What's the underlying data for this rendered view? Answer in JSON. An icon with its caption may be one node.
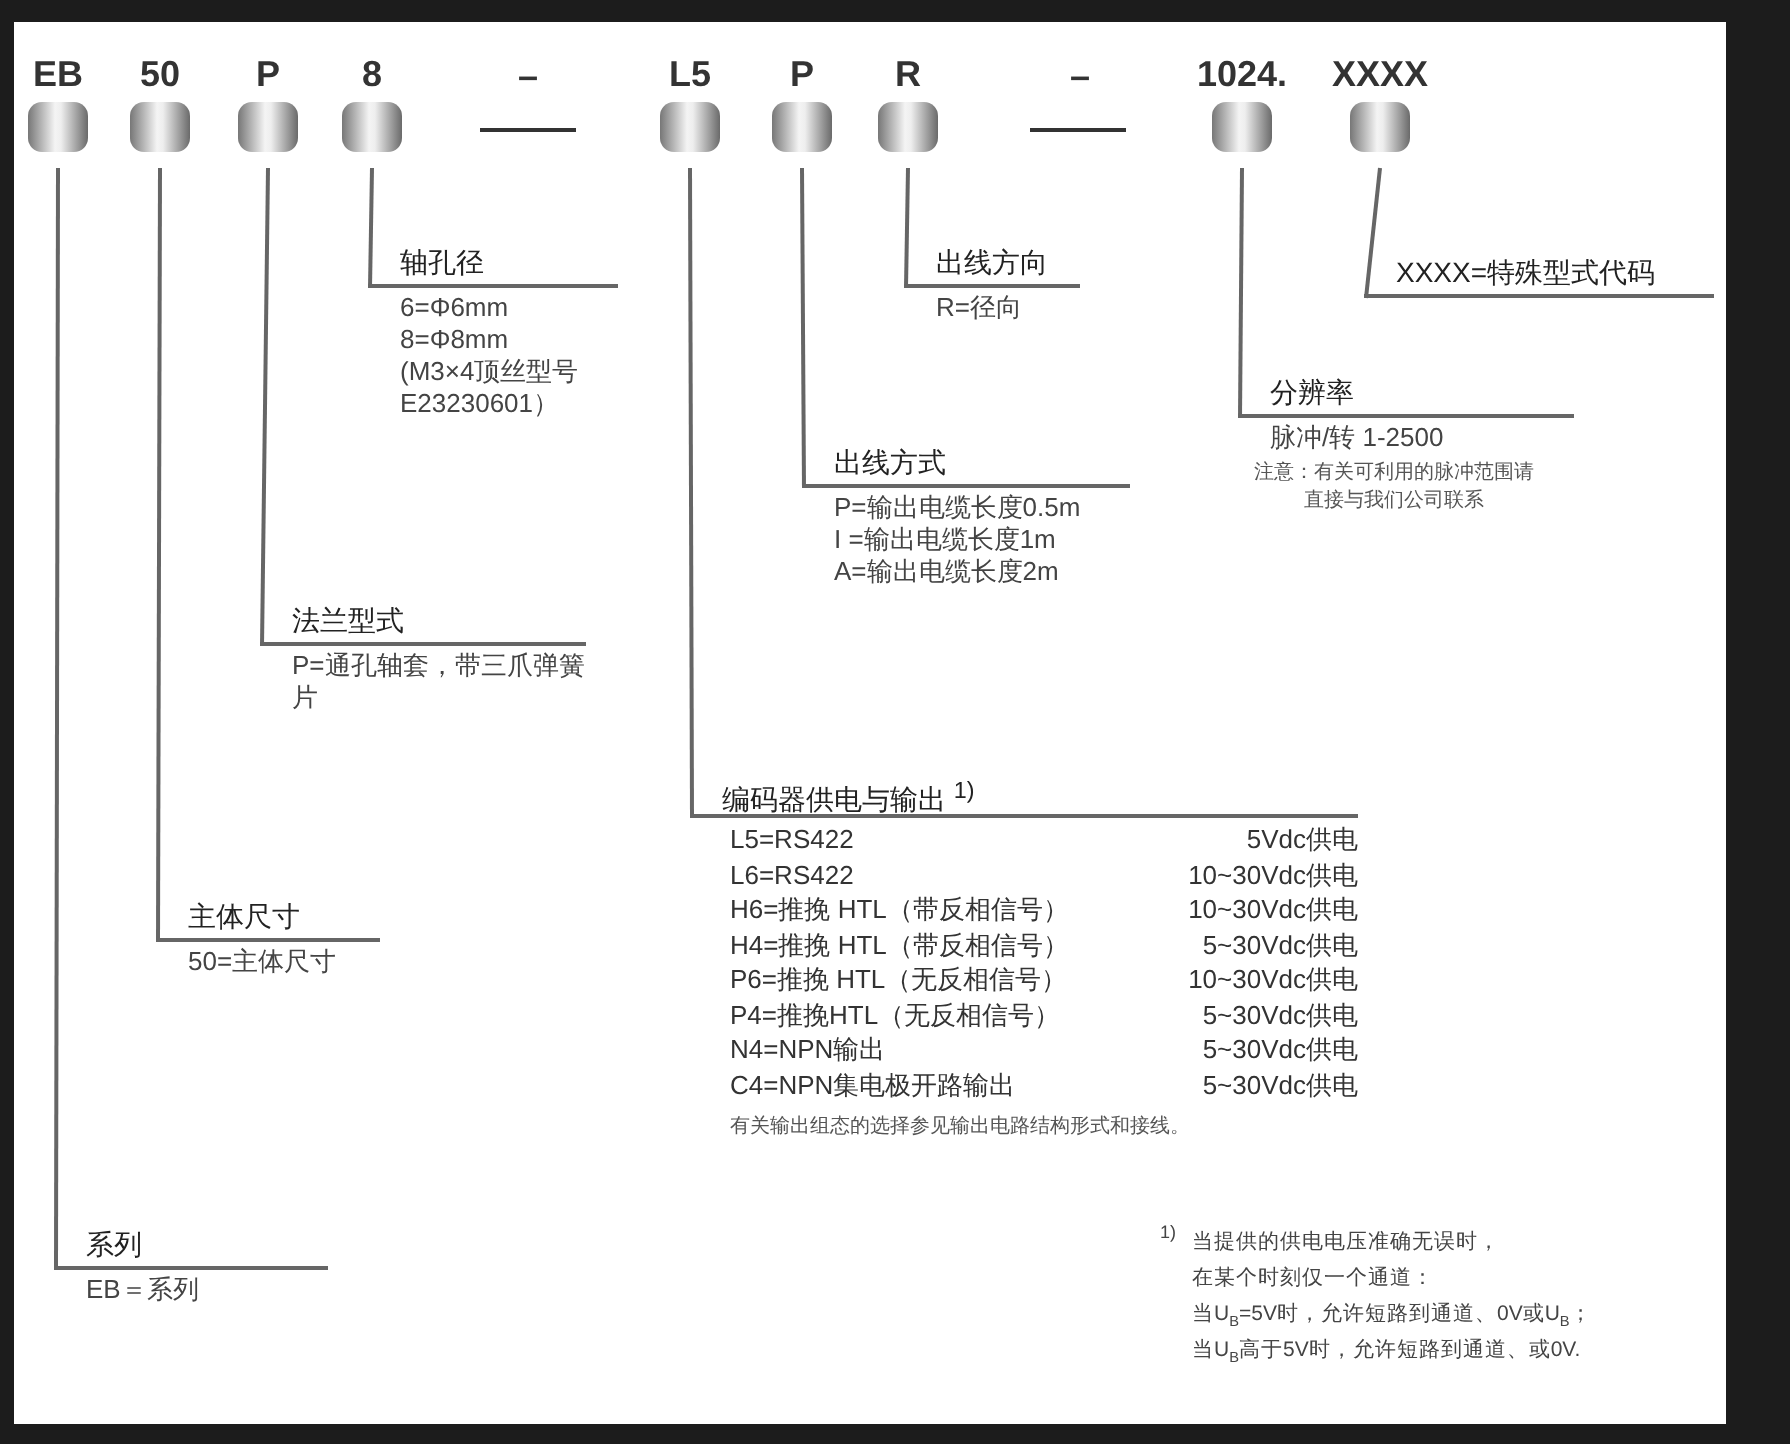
{
  "diagram": {
    "nodes": [
      {
        "text": [
          "EB"
        ]
      },
      {
        "text": [
          "50"
        ]
      },
      {
        "text": [
          "P"
        ]
      },
      {
        "text": [
          "8"
        ]
      },
      {
        "text": [
          "L5"
        ]
      },
      {
        "text": [
          "P"
        ]
      },
      {
        "text": [
          "R"
        ]
      },
      {
        "text": [
          "1024."
        ]
      },
      {
        "text": [
          "XXXX"
        ]
      },
      {
        "text": [
          "系列",
          "EB＝系列"
        ]
      },
      {
        "text": [
          "主体尺寸",
          "50=主体尺寸"
        ]
      },
      {
        "text": [
          "法兰型式",
          "P=通孔轴套，带三爪弹簧片"
        ]
      },
      {
        "text": [
          "轴孔径",
          "6=Φ6mm",
          "8=Φ8mm",
          "(M3×4顶丝型号 E23230601）"
        ]
      },
      {
        "text": [
          "编码器供电与输出 $^{1)}$",
          "L5=RS422",
          "5Vdc供电",
          "L6=RS422",
          "10~30Vdc供电",
          "H6=推挽 HTL（带反相信号）",
          "10~30Vdc供电",
          "H4=推挽 HTL（带反相信号）",
          "5~30Vdc供电",
          "P6=推挽 HTL（无反相信号）",
          "10~30Vdc供电",
          "P4=推挽HTL（无反相信号）",
          "5~30Vdc供电",
          "N4=NPN输出",
          "5~30Vdc供电",
          "C4=NPN集电极开路输出",
          "5~30Vdc供电",
          "有关输出组态的选择参见输出电路结构形式和接线。"
        ]
      },
      {
        "text": [
          "出线方式",
          "P=输出电缆长度0.5m",
          "I =输出电缆长度1m",
          "A=输出电缆长度2m"
        ]
      },
      {
        "text": [
          "出线方向",
          "R=径向"
        ]
      },
      {
        "text": [
          "分辨率",
          "脉冲/转 1-2500",
          "注意：有关可利用的脉冲范围请直接与我们公司联系"
        ]
      },
      {
        "text": [
          "XXXX=特殊型式代码"
        ]
      }
    ],
    "edges": [
      {
        "from": 0,
        "to": 9,
        "arrow": "none"
      },
      {
        "from": 1,
        "to": 10,
        "arrow": "none"
      },
      {
        "from": 2,
        "to": 11,
        "arrow": "none"
      },
      {
        "from": 3,
        "to": 12,
        "arrow": "none"
      },
      {
        "from": 4,
        "to": 13,
        "arrow": "none"
      },
      {
        "from": 5,
        "to": 14,
        "arrow": "none"
      },
      {
        "from": 6,
        "to": 15,
        "arrow": "none"
      },
      {
        "from": 7,
        "to": 16,
        "arrow": "none"
      },
      {
        "from": 8,
        "to": 17,
        "arrow": "none"
      }
    ],
    "labels": [
      "–",
      "–",
      "1)",
      "当提供的供电电压准确无误时，",
      "在某个时刻仅一个通道：",
      "当U$_{B}$=5V时，允许短路到通道、0V或U$_{B}$；",
      "当U$_{B}$高于5V时，允许短路到通道、或0V."
    ]
  }
}
